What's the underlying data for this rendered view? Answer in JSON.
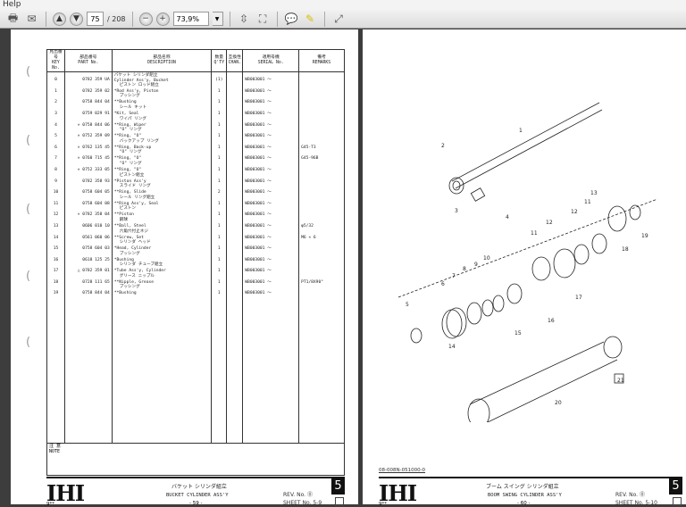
{
  "menu": {
    "help": "Help"
  },
  "toolbar": {
    "page_current": "75",
    "page_total": "/ 208",
    "zoom": "73,9%"
  },
  "left_page": {
    "headers": [
      [
        "見出番号",
        "KEY No."
      ],
      [
        "部品番号",
        "PART No."
      ],
      [
        "部品名称",
        "DESCRIPTION"
      ],
      [
        "数量",
        "Q'TY"
      ],
      [
        "互換性",
        "CHAN."
      ],
      [
        "適用号機",
        "SERIAL No."
      ],
      [
        "備考",
        "REMARKS"
      ]
    ],
    "rows": [
      {
        "key": "0",
        "part": "0782 359 UA",
        "desc": [
          "バケット シリンダ組立",
          "Cylinder Ass'y, Bucket",
          "ピストン ロッド組立"
        ],
        "qty": "(1)",
        "serial": "WB003001 ～",
        "remarks": ""
      },
      {
        "key": "1",
        "part": "0782 359 02",
        "desc": [
          "*Rod Ass'y, Piston",
          "プッシング"
        ],
        "qty": "1",
        "serial": "WB003001 ～",
        "remarks": ""
      },
      {
        "key": "2",
        "part": "0758 844 04",
        "desc": [
          "**Bushing",
          "シール キット"
        ],
        "qty": "1",
        "serial": "WB003001 ～",
        "remarks": ""
      },
      {
        "key": "3",
        "part": "0759 029 91",
        "desc": [
          "*Kit, Seal",
          "ワイパ リング"
        ],
        "qty": "1",
        "serial": "WB003001 ～",
        "remarks": ""
      },
      {
        "key": "4",
        "part": "× 0758 844 06",
        "desc": [
          "**Ring, Wiper",
          "\"O\" リング"
        ],
        "qty": "1",
        "serial": "WB003001 ～",
        "remarks": ""
      },
      {
        "key": "5",
        "part": "× 0752 359 09",
        "desc": [
          "**Ring, \"O\"",
          "バックアップ リング"
        ],
        "qty": "1",
        "serial": "WB003001 ～",
        "remarks": ""
      },
      {
        "key": "6",
        "part": "× 0762 135 45",
        "desc": [
          "**Ring, Back-up",
          "\"O\" リング"
        ],
        "qty": "1",
        "serial": "WB003001 ～",
        "remarks": "G45-T3"
      },
      {
        "key": "7",
        "part": "× 0760 715 45",
        "desc": [
          "**Ring, \"O\"",
          "\"O\" リング"
        ],
        "qty": "1",
        "serial": "WB003001 ～",
        "remarks": "G45-96B"
      },
      {
        "key": "8",
        "part": "× 0752 333 05",
        "desc": [
          "**Ring, \"O\"",
          "ピストン組立"
        ],
        "qty": "1",
        "serial": "WB003001 ～",
        "remarks": ""
      },
      {
        "key": "9",
        "part": "0782 358 93",
        "desc": [
          "*Piston Ass'y",
          "スライド リング"
        ],
        "qty": "1",
        "serial": "WB003001 ～",
        "remarks": ""
      },
      {
        "key": "10",
        "part": "0758 604 05",
        "desc": [
          "**Ring, Slide",
          "シール リング組立"
        ],
        "qty": "2",
        "serial": "WB003001 ～",
        "remarks": ""
      },
      {
        "key": "11",
        "part": "0758 604 08",
        "desc": [
          "**Ring Ass'y, Seal",
          "ピストン"
        ],
        "qty": "1",
        "serial": "WB003001 ～",
        "remarks": ""
      },
      {
        "key": "12",
        "part": "× 0782 358 04",
        "desc": [
          "**Piston",
          "鋼球"
        ],
        "qty": "1",
        "serial": "WB003001 ～",
        "remarks": ""
      },
      {
        "key": "13",
        "part": "0606 010 10",
        "desc": [
          "**Ball, Steel",
          "六角穴付止ネジ"
        ],
        "qty": "1",
        "serial": "WB003001 ～",
        "remarks": "φ5/32"
      },
      {
        "key": "14",
        "part": "0561 060 06",
        "desc": [
          "**Screw, Set",
          "シリンダ ヘッド"
        ],
        "qty": "1",
        "serial": "WB003001 ～",
        "remarks": "M6 × 6"
      },
      {
        "key": "15",
        "part": "0758 604 03",
        "desc": [
          "*Head, Cylinder",
          "プッシング"
        ],
        "qty": "1",
        "serial": "WB003001 ～",
        "remarks": ""
      },
      {
        "key": "16",
        "part": "0618 125 25",
        "desc": [
          "*Bushing",
          "シリンダ チューブ組立"
        ],
        "qty": "1",
        "serial": "WB003001 ～",
        "remarks": ""
      },
      {
        "key": "17",
        "part": "△ 0782 359 01",
        "desc": [
          "*Tube Ass'y, Cylinder",
          "グリース ニップル"
        ],
        "qty": "1",
        "serial": "WB003001 ～",
        "remarks": ""
      },
      {
        "key": "18",
        "part": "0728 111 65",
        "desc": [
          "**Nipple, Grease",
          "プッシング"
        ],
        "qty": "1",
        "serial": "WB003001 ～",
        "remarks": "PT1/8X90°"
      },
      {
        "key": "19",
        "part": "0758 844 04",
        "desc": [
          "**Bushing"
        ],
        "qty": "1",
        "serial": "WB003001 ～",
        "remarks": ""
      }
    ],
    "note_jp": "注 意",
    "note_en": "NOTE",
    "footer": {
      "logo": "IHI",
      "title_jp": "バケット シリンダ組立",
      "title_en": "BUCKET CYLINDER ASS'Y",
      "page": "- 59 -",
      "rev": "REV. No. ⓪",
      "sheet": "SHEET No. 5-9",
      "section": "5",
      "code": "9**"
    }
  },
  "right_page": {
    "callouts": [
      "1",
      "2",
      "3",
      "4",
      "5",
      "6",
      "7",
      "8",
      "9",
      "10",
      "11",
      "12",
      "13",
      "11",
      "12",
      "14",
      "15",
      "16",
      "17",
      "18",
      "19",
      "20",
      "21"
    ],
    "footer": {
      "doc_code": "08-008N-051000-0",
      "logo": "IHI",
      "title_jp": "ブーム スイング シリンダ組立",
      "title_en": "BOOM SWING CYLINDER ASS'Y",
      "page": "- 60 -",
      "rev": "REV. No. ⓪",
      "sheet": "SHEET No. 5-10",
      "section": "5",
      "code": "9**"
    }
  }
}
